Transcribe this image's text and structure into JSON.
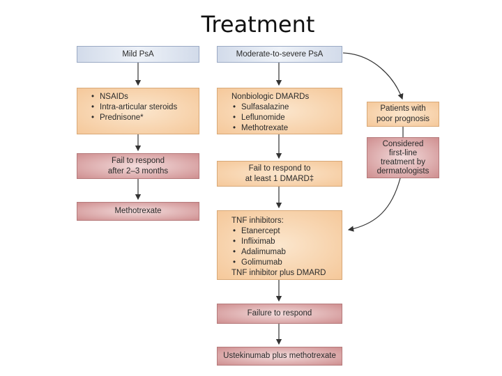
{
  "title": "Treatment",
  "left": {
    "mild": "Mild PsA",
    "first_line": [
      "NSAIDs",
      "Intra-articular steroids",
      "Prednisone*"
    ],
    "fail": [
      "Fail to respond",
      "after 2–3 months"
    ],
    "result": "Methotrexate"
  },
  "center": {
    "moderate": "Moderate-to-severe PsA",
    "dmards_header": "Nonbiologic DMARDs",
    "dmards": [
      "Sulfasalazine",
      "Leflunomide",
      "Methotrexate"
    ],
    "fail": [
      "Fail to respond to",
      "at least 1 DMARD‡"
    ],
    "tnf_header": "TNF inhibitors:",
    "tnf": [
      "Etanercept",
      "Infliximab",
      "Adalimumab",
      "Golimumab"
    ],
    "tnf_combo": "TNF inhibitor plus DMARD",
    "failure": "Failure to respond",
    "final": "Ustekinumab plus methotrexate"
  },
  "right": {
    "poor_prognosis": [
      "Patients with",
      "poor prognosis"
    ],
    "considered": [
      "Considered",
      "first-line",
      "treatment by",
      "dermatologists"
    ]
  },
  "bullet_char": "•"
}
